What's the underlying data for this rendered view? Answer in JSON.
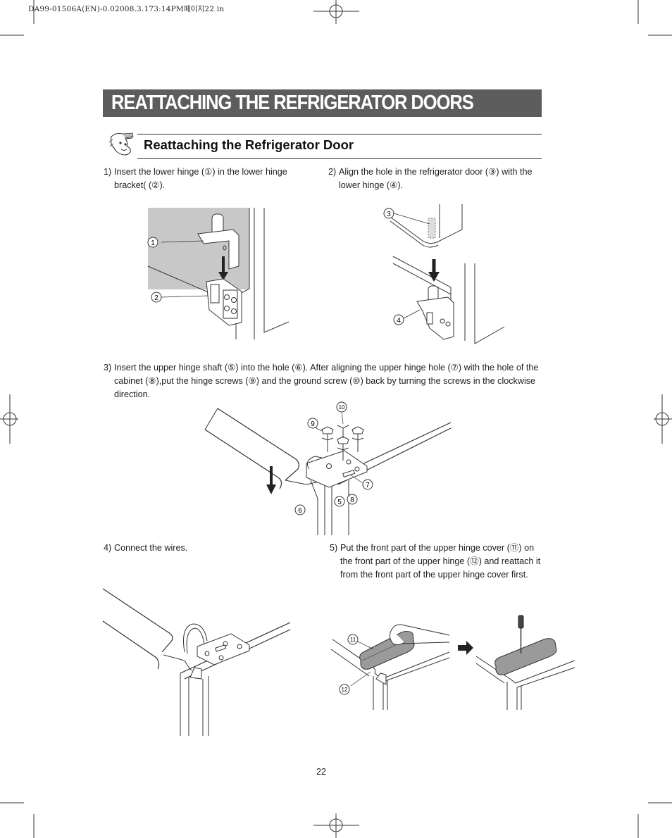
{
  "print_header": "DA99-01506A(EN)-0.02008.3.173:14PM페이지22 in",
  "banner_title": "REATTACHING THE REFRIGERATOR DOORS",
  "section_title": "Reattaching the Refrigerator Door",
  "steps": [
    {
      "num": "1)",
      "text": "Insert the lower hinge (①) in the lower hinge bracket( (②)."
    },
    {
      "num": "2)",
      "text": "Align the hole in the refrigerator door (③) with the lower hinge (④)."
    },
    {
      "num": "3)",
      "text": "Insert the upper hinge shaft (⑤) into the hole (⑥). After aligning the upper hinge hole (⑦) with the hole of the cabinet (⑧),put the hinge screws (⑨) and the ground screw (⑩) back by turning the screws in the clockwise direction."
    },
    {
      "num": "4)",
      "text": "Connect the wires."
    },
    {
      "num": "5)",
      "text": "Put the front part of the upper hinge cover (⑪) on the front part of the upper hinge (⑫) and reattach it from the front part of the upper hinge cover first."
    }
  ],
  "callouts": {
    "c1": "1",
    "c2": "2",
    "c3": "3",
    "c4": "4",
    "c5": "5",
    "c6": "6",
    "c7": "7",
    "c8": "8",
    "c9": "9",
    "c10": "10",
    "c11": "11",
    "c12": "12"
  },
  "page_number": "22",
  "colors": {
    "banner": "#5d5d5d",
    "panel": "#c8c8c8",
    "cover": "#9a9a9a"
  },
  "icons": [
    "crop-marks",
    "registration-target",
    "mascot-pointing-icon",
    "arrow-right-icon"
  ]
}
